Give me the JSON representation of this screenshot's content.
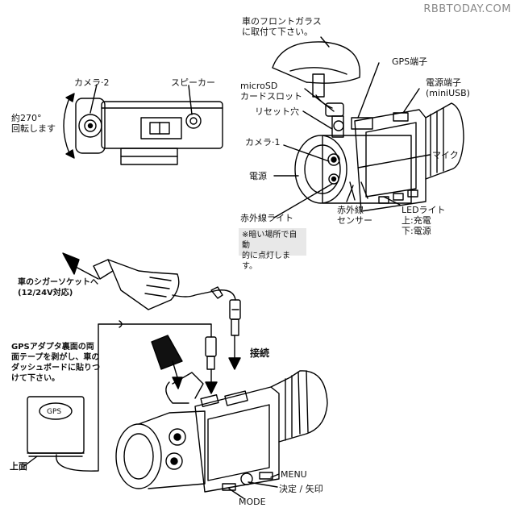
{
  "watermark": "RBBTODAY.COM",
  "labels": {
    "windshield": "車のフロントガラス\nに取付て下さい。",
    "gps_port": "GPS端子",
    "power_port": "電源端子\n(miniUSB)",
    "microsd": "microSD\nカードスロット",
    "reset": "リセット穴",
    "camera1": "カメラ·1",
    "mic": "マイク",
    "power": "電源",
    "ir_light": "赤外線ライト",
    "ir_sensor": "赤外線\nセンサー",
    "led": "LEDライト\n上:充電\n下:電源",
    "note": "※暗い場所で自動\n的に点灯します。",
    "camera2": "カメラ·2",
    "speaker": "スピーカー",
    "rotate": "約270°\n回転します",
    "cigar": "車のシガーソケットへ\n(12/24V対応)",
    "gps_adapter": "GPSアダプタ裏面の両\n面テープを剥がし、車の\nダッシュボードに貼りつ\nけて下さい。",
    "gps_box": "GPS",
    "top_face": "上面",
    "connect": "接続",
    "menu": "MENU",
    "ok": "決定 / 矢印",
    "mode": "MODE"
  }
}
